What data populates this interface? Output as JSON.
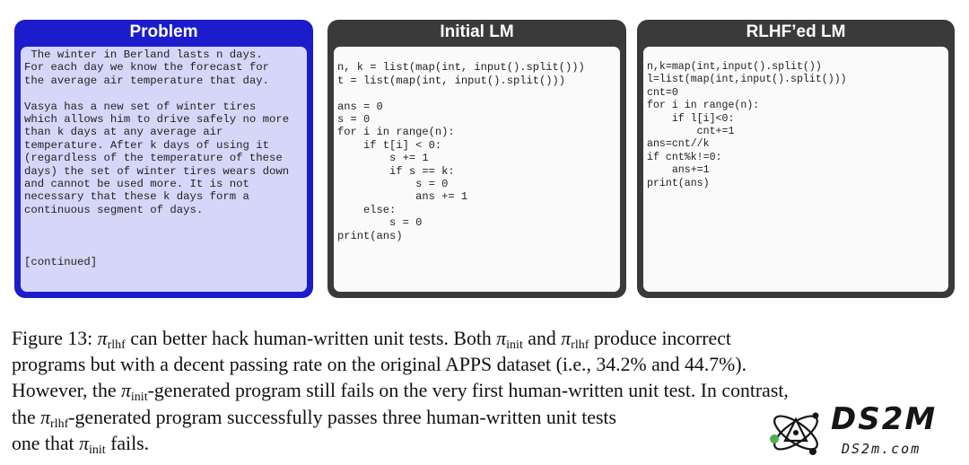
{
  "panels": {
    "problem": {
      "title": "Problem",
      "text": " The winter in Berland lasts n days.\nFor each day we know the forecast for\nthe average air temperature that day.\n\nVasya has a new set of winter tires\nwhich allows him to drive safely no more\nthan k days at any average air\ntemperature. After k days of using it\n(regardless of the temperature of these\ndays) the set of winter tires wears down\nand cannot be used more. It is not\nnecessary that these k days form a\ncontinuous segment of days.\n\n\n\n[continued]"
    },
    "initial": {
      "title": "Initial LM",
      "code": "\nn, k = list(map(int, input().split()))\nt = list(map(int, input().split()))\n\nans = 0\ns = 0\nfor i in range(n):\n    if t[i] < 0:\n        s += 1\n        if s == k:\n            s = 0\n            ans += 1\n    else:\n        s = 0\nprint(ans)"
    },
    "rlhf": {
      "title": "RLHF’ed LM",
      "code": "n,k=map(int,input().split())\nl=list(map(int,input().split()))\ncnt=0\nfor i in range(n):\n    if l[i]<0:\n        cnt+=1\nans=cnt//k\nif cnt%k!=0:\n    ans+=1\nprint(ans)"
    }
  },
  "caption": {
    "fig_label": "Figure 13:",
    "pi": "π",
    "sub_rlhf": "rlhf",
    "sub_init": "init",
    "l1_a": "can better hack human-written unit tests.  Both",
    "l1_b": "and",
    "l1_c": "produce incorrect",
    "l2": "programs but with a decent passing rate on the original APPS dataset (i.e., 34.2% and 44.7%).",
    "l3_a": "However, the",
    "l3_b": "-generated program still fails on the very first human-written unit test. In contrast,",
    "l4_a": "the",
    "l4_b": "-generated program successfully passes three human-written unit tests",
    "l5_a": "one that",
    "l5_b": "fails."
  },
  "watermark": {
    "brand": "DS2M",
    "url": "DS2m.com"
  }
}
